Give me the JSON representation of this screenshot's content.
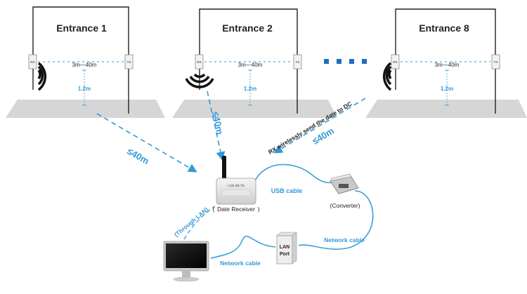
{
  "entrances": [
    {
      "title": "Entrance 1",
      "rx": "RX",
      "tx": "TX",
      "distance": "3m—40m",
      "height": "1.2m"
    },
    {
      "title": "Entrance 2",
      "rx": "RX",
      "tx": "TX",
      "distance": "3m—40m",
      "height": "1.2m"
    },
    {
      "title": "Entrance 8",
      "rx": "RX",
      "tx": "TX",
      "distance": "3m—40m",
      "height": "1.2m"
    }
  ],
  "links": {
    "range_1": "≤40m",
    "range_2": "≤40m",
    "range_3": "≤40m",
    "rx_note": "RX wirelessly send the date to DC"
  },
  "devices": {
    "receiver_label": "Date Receiver",
    "receiver_screen": "LCD  SD  TX",
    "converter_label": "(Converter)",
    "lan_port_line1": "LAN",
    "lan_port_line2": "Port"
  },
  "cables": {
    "usb": "USB cable",
    "network_1": "Network cable",
    "network_2": "Network cable",
    "through_lan": "(Through LAN)"
  },
  "colors": {
    "accent": "#3399d6",
    "floor": "#d6d6d6",
    "frame": "#222222"
  }
}
